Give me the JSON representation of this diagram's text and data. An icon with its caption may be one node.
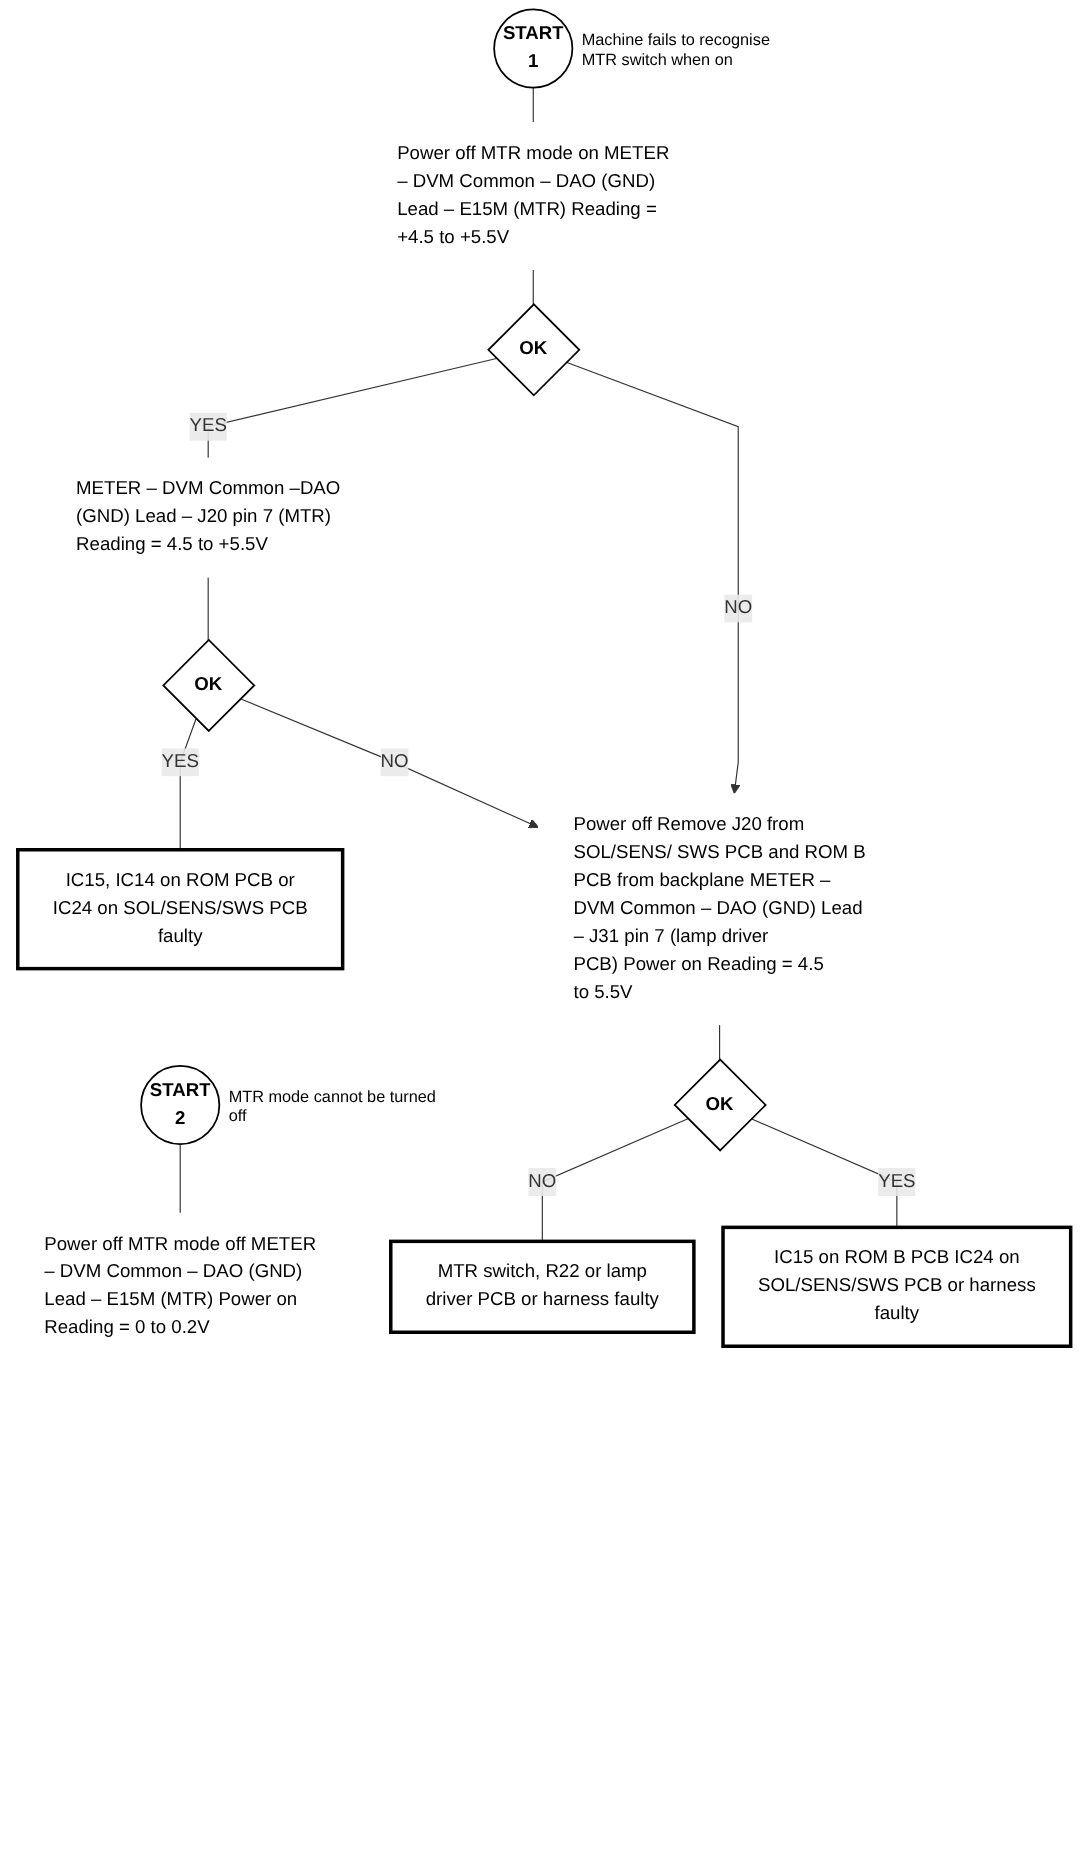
{
  "diagram": {
    "nodes": [
      {
        "text": [
          "START",
          "1"
        ],
        "beside": [
          "Machine fails to recognise MTR switch when on"
        ]
      },
      {
        "text": [
          "Power off MTR mode on METER – DVM Common – DAO (GND) Lead – E15M (MTR) Reading = +4.5 to +5.5V"
        ]
      },
      {
        "text": [
          "OK"
        ]
      },
      {
        "text": [
          "METER – DVM Common –DAO (GND) Lead – J20 pin 7 (MTR) Reading = 4.5 to +5.5V"
        ]
      },
      {
        "text": [
          "OK"
        ]
      },
      {
        "text": [
          "IC15, IC14 on ROM PCB or IC24 on SOL/SENS/SWS PCB faulty"
        ]
      },
      {
        "text": [
          "Power off Remove J20 from SOL/SENS/ SWS PCB and ROM B PCB from backplane METER – DVM Common – DAO (GND) Lead – J31 pin 7 (lamp driver PCB) Power on Reading = 4.5 to 5.5V"
        ]
      },
      {
        "text": [
          "OK"
        ]
      },
      {
        "text": [
          "MTR switch, R22 or lamp driver PCB or harness faulty"
        ]
      },
      {
        "text": [
          "IC15 on ROM B PCB IC24 on SOL/SENS/SWS PCB or harness faulty"
        ]
      },
      {
        "text": [
          "START",
          "2"
        ],
        "beside": [
          "MTR mode cannot be turned off"
        ]
      },
      {
        "text": [
          "Power off MTR mode off METER – DVM Common – DAO (GND) Lead – E15M (MTR) Power on Reading = 0 to 0.2V"
        ]
      }
    ],
    "edges": [
      {
        "from": 0,
        "to": 1,
        "arrow": "none"
      },
      {
        "from": 1,
        "to": 2,
        "arrow": "none"
      },
      {
        "from": 2,
        "to": 3,
        "arrow": "none",
        "label": "YES"
      },
      {
        "from": 2,
        "to": 6,
        "arrow": "to",
        "label": "NO"
      },
      {
        "from": 3,
        "to": 4,
        "arrow": "none"
      },
      {
        "from": 4,
        "to": 5,
        "arrow": "none",
        "label": "YES"
      },
      {
        "from": 4,
        "to": 6,
        "arrow": "to",
        "label": "NO"
      },
      {
        "from": 6,
        "to": 7,
        "arrow": "none"
      },
      {
        "from": 7,
        "to": 8,
        "arrow": "none",
        "label": "NO"
      },
      {
        "from": 7,
        "to": 9,
        "arrow": "none",
        "label": "YES"
      },
      {
        "from": 10,
        "to": 11,
        "arrow": "none"
      }
    ]
  }
}
